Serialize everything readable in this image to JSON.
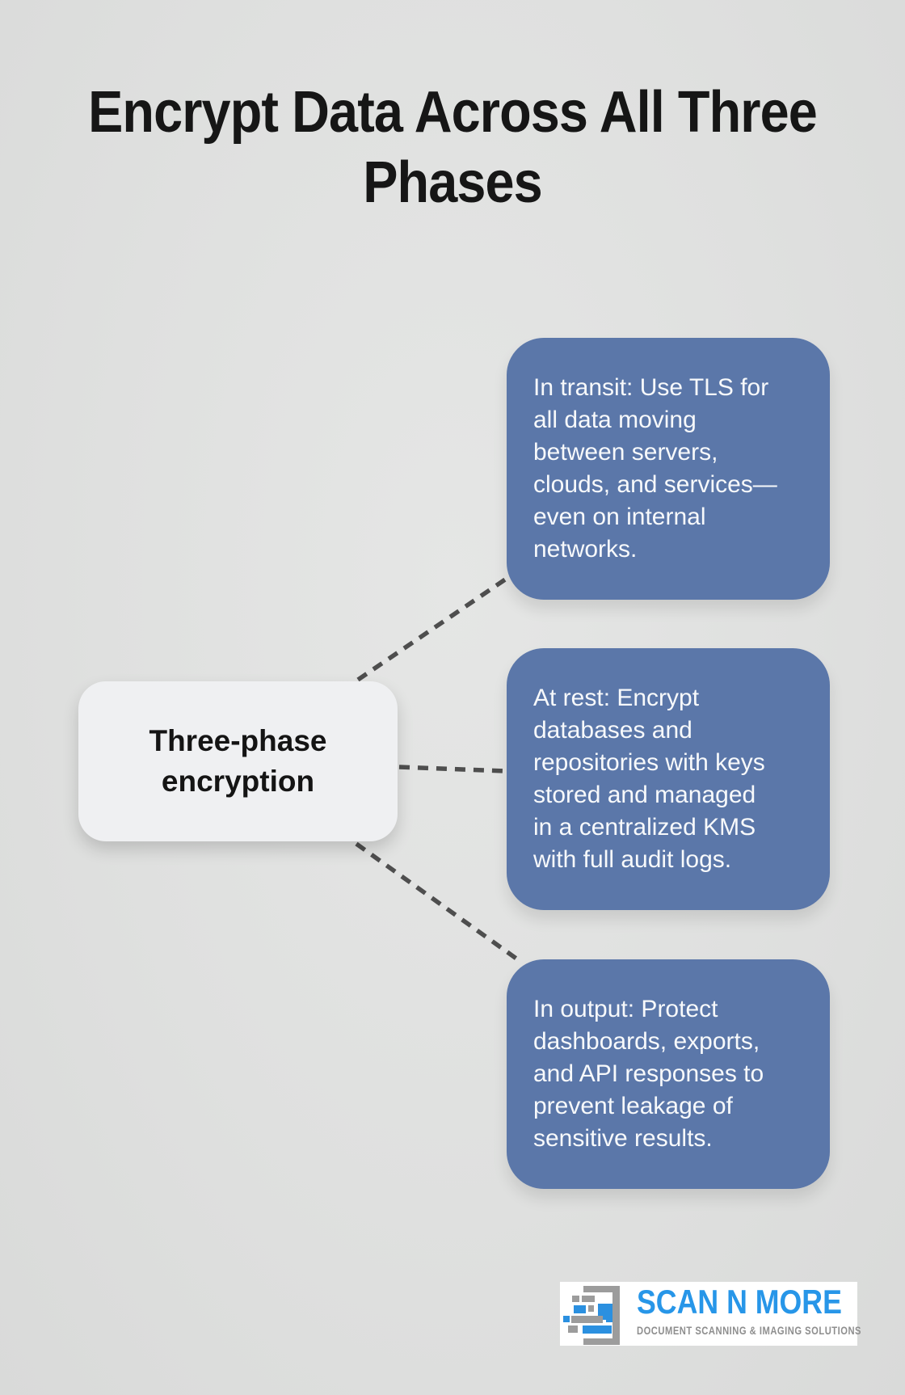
{
  "title": {
    "text": "Encrypt Data Across All Three\nPhases"
  },
  "diagram": {
    "center_node": {
      "label": "Three-phase\nencryption"
    },
    "branches": [
      {
        "id": "in-transit",
        "text": "In transit: Use TLS for\nall data moving\nbetween servers,\nclouds, and services—\neven on internal\nnetworks."
      },
      {
        "id": "at-rest",
        "text": "At rest: Encrypt\ndatabases and\nrepositories with keys\nstored and managed\nin a centralized KMS\nwith full audit logs."
      },
      {
        "id": "in-output",
        "text": "In output: Protect\ndashboards, exports,\nand API responses to\nprevent leakage of\nsensitive results."
      }
    ],
    "colors": {
      "branch_bg": "#5b77a9",
      "branch_text": "#f7f9fb",
      "node_bg": "#eff0f2",
      "node_text": "#141414",
      "connector": "#4e4e4e",
      "background": "#dfe0df",
      "title_text": "#161616"
    }
  },
  "logo": {
    "name": "SCAN N MORE",
    "tagline": "DOCUMENT SCANNING & IMAGING SOLUTIONS",
    "colors": {
      "blue": "#2796e8",
      "gray": "#8e8e8e"
    }
  }
}
